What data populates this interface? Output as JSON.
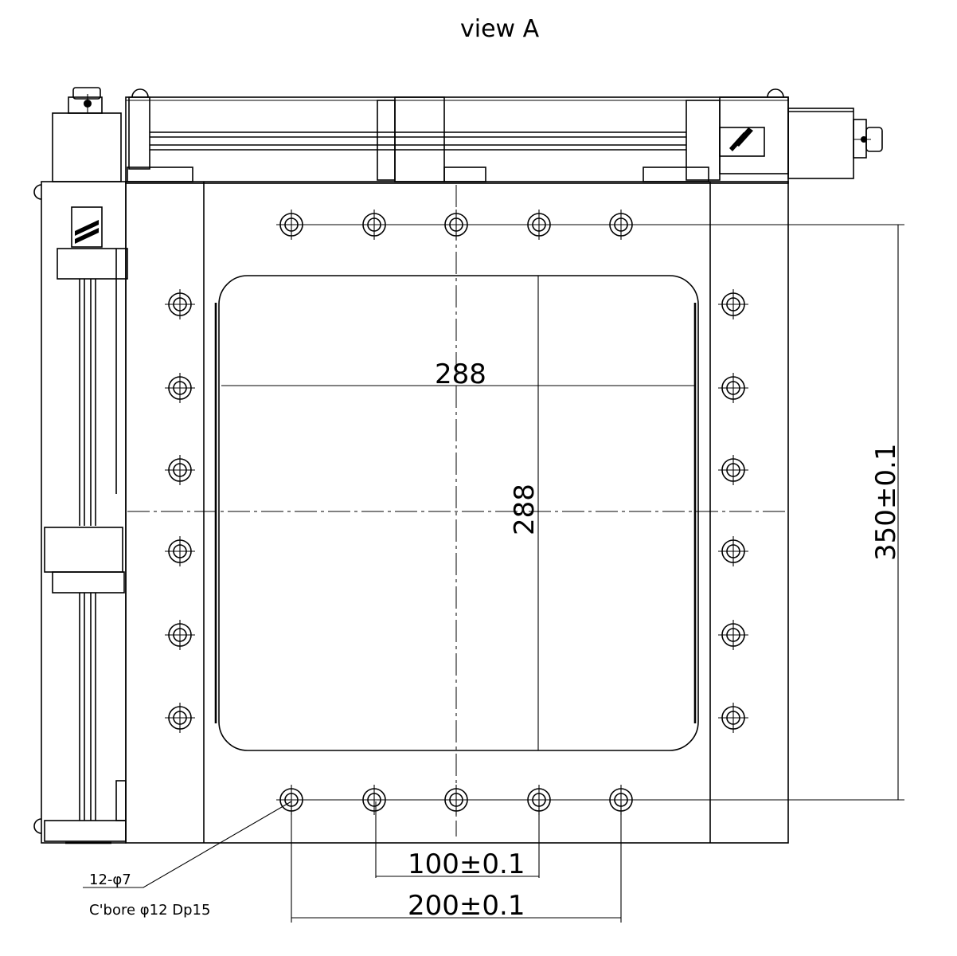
{
  "title": "view A",
  "dimensions": {
    "window_width": "288",
    "window_height": "288",
    "hole_spacing_vertical": "350±0.1",
    "hole_spacing_small": "100±0.1",
    "hole_spacing_large": "200±0.1"
  },
  "hole_callout": {
    "count": "12-φ7",
    "counterbore": "C'bore φ12 Dp15"
  }
}
